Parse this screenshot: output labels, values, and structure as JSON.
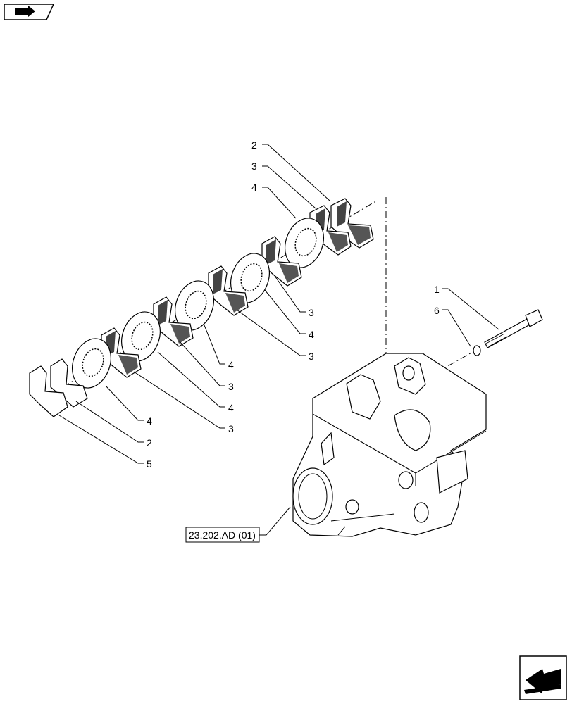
{
  "callouts": [
    {
      "id": "c2-top",
      "text": "2"
    },
    {
      "id": "c3-top",
      "text": "3"
    },
    {
      "id": "c4-top",
      "text": "4"
    },
    {
      "id": "c1",
      "text": "1"
    },
    {
      "id": "c6",
      "text": "6"
    },
    {
      "id": "c3-r1",
      "text": "3"
    },
    {
      "id": "c4-r1",
      "text": "4"
    },
    {
      "id": "c3-r2",
      "text": "3"
    },
    {
      "id": "c4-r2",
      "text": "4"
    },
    {
      "id": "c3-r3",
      "text": "3"
    },
    {
      "id": "c4-r3",
      "text": "4"
    },
    {
      "id": "c3-r4",
      "text": "3"
    },
    {
      "id": "c4-l",
      "text": "4"
    },
    {
      "id": "c2-l",
      "text": "2"
    },
    {
      "id": "c5",
      "text": "5"
    }
  ],
  "reference": {
    "text": "23.202.AD (01)"
  },
  "icons": {
    "top_left": "book-arrow-icon",
    "bottom_right": "next-page-arrow-icon"
  }
}
